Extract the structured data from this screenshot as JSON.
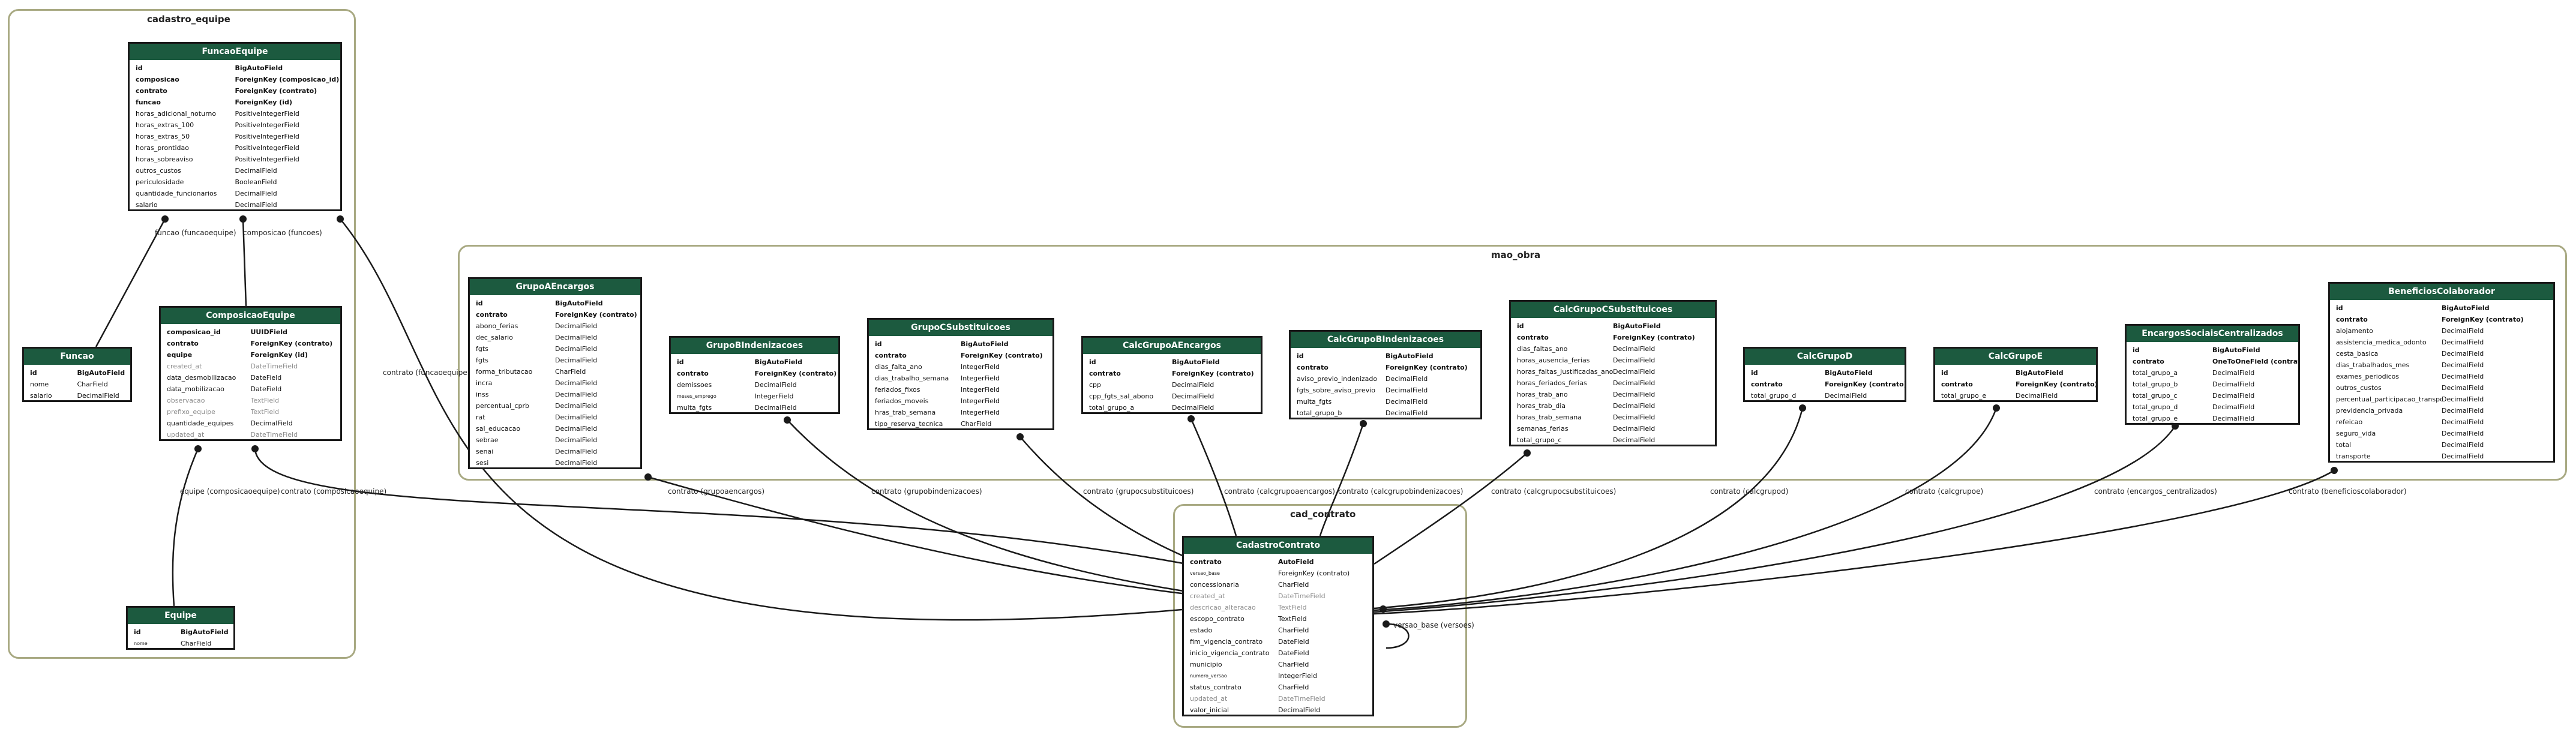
{
  "clusters": [
    {
      "id": "cadastro_equipe",
      "title": "cadastro_equipe"
    },
    {
      "id": "mao_obra",
      "title": "mao_obra"
    },
    {
      "id": "cad_contrato",
      "title": "cad_contrato"
    }
  ],
  "models": [
    {
      "id": "FuncaoEquipe",
      "name": "FuncaoEquipe",
      "fields": [
        {
          "n": "id",
          "t": "BigAutoField",
          "s": "b"
        },
        {
          "n": "composicao",
          "t": "ForeignKey (composicao_id)",
          "s": "b"
        },
        {
          "n": "contrato",
          "t": "ForeignKey (contrato)",
          "s": "b"
        },
        {
          "n": "funcao",
          "t": "ForeignKey (id)",
          "s": "b"
        },
        {
          "n": "horas_adicional_noturno",
          "t": "PositiveIntegerField",
          "s": ""
        },
        {
          "n": "horas_extras_100",
          "t": "PositiveIntegerField",
          "s": ""
        },
        {
          "n": "horas_extras_50",
          "t": "PositiveIntegerField",
          "s": ""
        },
        {
          "n": "horas_prontidao",
          "t": "PositiveIntegerField",
          "s": ""
        },
        {
          "n": "horas_sobreaviso",
          "t": "PositiveIntegerField",
          "s": ""
        },
        {
          "n": "outros_custos",
          "t": "DecimalField",
          "s": ""
        },
        {
          "n": "periculosidade",
          "t": "BooleanField",
          "s": ""
        },
        {
          "n": "quantidade_funcionarios",
          "t": "DecimalField",
          "s": ""
        },
        {
          "n": "salario",
          "t": "DecimalField",
          "s": ""
        }
      ]
    },
    {
      "id": "Funcao",
      "name": "Funcao",
      "fields": [
        {
          "n": "id",
          "t": "BigAutoField",
          "s": "b"
        },
        {
          "n": "nome",
          "t": "CharField",
          "s": ""
        },
        {
          "n": "salario",
          "t": "DecimalField",
          "s": ""
        }
      ]
    },
    {
      "id": "ComposicaoEquipe",
      "name": "ComposicaoEquipe",
      "fields": [
        {
          "n": "composicao_id",
          "t": "UUIDField",
          "s": "b"
        },
        {
          "n": "contrato",
          "t": "ForeignKey (contrato)",
          "s": "b"
        },
        {
          "n": "equipe",
          "t": "ForeignKey (id)",
          "s": "b"
        },
        {
          "n": "created_at",
          "t": "DateTimeField",
          "s": "g"
        },
        {
          "n": "data_desmobilizacao",
          "t": "DateField",
          "s": ""
        },
        {
          "n": "data_mobilizacao",
          "t": "DateField",
          "s": ""
        },
        {
          "n": "observacao",
          "t": "TextField",
          "s": "g"
        },
        {
          "n": "prefixo_equipe",
          "t": "TextField",
          "s": "g"
        },
        {
          "n": "quantidade_equipes",
          "t": "DecimalField",
          "s": ""
        },
        {
          "n": "updated_at",
          "t": "DateTimeField",
          "s": "g"
        }
      ]
    },
    {
      "id": "Equipe",
      "name": "Equipe",
      "fields": [
        {
          "n": "id",
          "t": "BigAutoField",
          "s": "b"
        },
        {
          "n": "nome",
          "t": "CharField",
          "s": "s"
        }
      ]
    },
    {
      "id": "GrupoAEncargos",
      "name": "GrupoAEncargos",
      "fields": [
        {
          "n": "id",
          "t": "BigAutoField",
          "s": "b"
        },
        {
          "n": "contrato",
          "t": "ForeignKey (contrato)",
          "s": "b"
        },
        {
          "n": "abono_ferias",
          "t": "DecimalField",
          "s": ""
        },
        {
          "n": "dec_salario",
          "t": "DecimalField",
          "s": ""
        },
        {
          "n": "fgts",
          "t": "DecimalField",
          "s": ""
        },
        {
          "n": "fgts",
          "t": "DecimalField",
          "s": ""
        },
        {
          "n": "forma_tributacao",
          "t": "CharField",
          "s": ""
        },
        {
          "n": "incra",
          "t": "DecimalField",
          "s": ""
        },
        {
          "n": "inss",
          "t": "DecimalField",
          "s": ""
        },
        {
          "n": "percentual_cprb",
          "t": "DecimalField",
          "s": ""
        },
        {
          "n": "rat",
          "t": "DecimalField",
          "s": ""
        },
        {
          "n": "sal_educacao",
          "t": "DecimalField",
          "s": ""
        },
        {
          "n": "sebrae",
          "t": "DecimalField",
          "s": ""
        },
        {
          "n": "senai",
          "t": "DecimalField",
          "s": ""
        },
        {
          "n": "sesi",
          "t": "DecimalField",
          "s": ""
        }
      ]
    },
    {
      "id": "GrupoBIndenizacoes",
      "name": "GrupoBIndenizacoes",
      "fields": [
        {
          "n": "id",
          "t": "BigAutoField",
          "s": "b"
        },
        {
          "n": "contrato",
          "t": "ForeignKey (contrato)",
          "s": "b"
        },
        {
          "n": "demissoes",
          "t": "DecimalField",
          "s": ""
        },
        {
          "n": "meses_emprego",
          "t": "IntegerField",
          "s": "s"
        },
        {
          "n": "multa_fgts",
          "t": "DecimalField",
          "s": ""
        }
      ]
    },
    {
      "id": "GrupoCSubstituicoes",
      "name": "GrupoCSubstituicoes",
      "fields": [
        {
          "n": "id",
          "t": "BigAutoField",
          "s": "b"
        },
        {
          "n": "contrato",
          "t": "ForeignKey (contrato)",
          "s": "b"
        },
        {
          "n": "dias_falta_ano",
          "t": "IntegerField",
          "s": ""
        },
        {
          "n": "dias_trabalho_semana",
          "t": "IntegerField",
          "s": ""
        },
        {
          "n": "feriados_fixos",
          "t": "IntegerField",
          "s": ""
        },
        {
          "n": "feriados_moveis",
          "t": "IntegerField",
          "s": ""
        },
        {
          "n": "hras_trab_semana",
          "t": "IntegerField",
          "s": ""
        },
        {
          "n": "tipo_reserva_tecnica",
          "t": "CharField",
          "s": ""
        }
      ]
    },
    {
      "id": "CalcGrupoAEncargos",
      "name": "CalcGrupoAEncargos",
      "fields": [
        {
          "n": "id",
          "t": "BigAutoField",
          "s": "b"
        },
        {
          "n": "contrato",
          "t": "ForeignKey (contrato)",
          "s": "b"
        },
        {
          "n": "cpp",
          "t": "DecimalField",
          "s": ""
        },
        {
          "n": "cpp_fgts_sal_abono",
          "t": "DecimalField",
          "s": ""
        },
        {
          "n": "total_grupo_a",
          "t": "DecimalField",
          "s": ""
        }
      ]
    },
    {
      "id": "CalcGrupoBIndenizacoes",
      "name": "CalcGrupoBIndenizacoes",
      "fields": [
        {
          "n": "id",
          "t": "BigAutoField",
          "s": "b"
        },
        {
          "n": "contrato",
          "t": "ForeignKey (contrato)",
          "s": "b"
        },
        {
          "n": "aviso_previo_indenizado",
          "t": "DecimalField",
          "s": ""
        },
        {
          "n": "fgts_sobre_aviso_previo",
          "t": "DecimalField",
          "s": ""
        },
        {
          "n": "multa_fgts",
          "t": "DecimalField",
          "s": ""
        },
        {
          "n": "total_grupo_b",
          "t": "DecimalField",
          "s": ""
        }
      ]
    },
    {
      "id": "CalcGrupoCSubstituicoes",
      "name": "CalcGrupoCSubstituicoes",
      "fields": [
        {
          "n": "id",
          "t": "BigAutoField",
          "s": "b"
        },
        {
          "n": "contrato",
          "t": "ForeignKey (contrato)",
          "s": "b"
        },
        {
          "n": "dias_faltas_ano",
          "t": "DecimalField",
          "s": ""
        },
        {
          "n": "horas_ausencia_ferias",
          "t": "DecimalField",
          "s": ""
        },
        {
          "n": "horas_faltas_justificadas_ano",
          "t": "DecimalField",
          "s": ""
        },
        {
          "n": "horas_feriados_ferias",
          "t": "DecimalField",
          "s": ""
        },
        {
          "n": "horas_trab_ano",
          "t": "DecimalField",
          "s": ""
        },
        {
          "n": "horas_trab_dia",
          "t": "DecimalField",
          "s": ""
        },
        {
          "n": "horas_trab_semana",
          "t": "DecimalField",
          "s": ""
        },
        {
          "n": "semanas_ferias",
          "t": "DecimalField",
          "s": ""
        },
        {
          "n": "total_grupo_c",
          "t": "DecimalField",
          "s": ""
        }
      ]
    },
    {
      "id": "CalcGrupoD",
      "name": "CalcGrupoD",
      "fields": [
        {
          "n": "id",
          "t": "BigAutoField",
          "s": "b"
        },
        {
          "n": "contrato",
          "t": "ForeignKey (contrato)",
          "s": "b"
        },
        {
          "n": "total_grupo_d",
          "t": "DecimalField",
          "s": ""
        }
      ]
    },
    {
      "id": "CalcGrupoE",
      "name": "CalcGrupoE",
      "fields": [
        {
          "n": "id",
          "t": "BigAutoField",
          "s": "b"
        },
        {
          "n": "contrato",
          "t": "ForeignKey (contrato)",
          "s": "b"
        },
        {
          "n": "total_grupo_e",
          "t": "DecimalField",
          "s": ""
        }
      ]
    },
    {
      "id": "EncargosSociaisCentralizados",
      "name": "EncargosSociaisCentralizados",
      "fields": [
        {
          "n": "id",
          "t": "BigAutoField",
          "s": "b"
        },
        {
          "n": "contrato",
          "t": "OneToOneField (contrato)",
          "s": "b"
        },
        {
          "n": "total_grupo_a",
          "t": "DecimalField",
          "s": ""
        },
        {
          "n": "total_grupo_b",
          "t": "DecimalField",
          "s": ""
        },
        {
          "n": "total_grupo_c",
          "t": "DecimalField",
          "s": ""
        },
        {
          "n": "total_grupo_d",
          "t": "DecimalField",
          "s": ""
        },
        {
          "n": "total_grupo_e",
          "t": "DecimalField",
          "s": ""
        }
      ]
    },
    {
      "id": "BeneficiosColaborador",
      "name": "BeneficiosColaborador",
      "fields": [
        {
          "n": "id",
          "t": "BigAutoField",
          "s": "b"
        },
        {
          "n": "contrato",
          "t": "ForeignKey (contrato)",
          "s": "b"
        },
        {
          "n": "alojamento",
          "t": "DecimalField",
          "s": ""
        },
        {
          "n": "assistencia_medica_odonto",
          "t": "DecimalField",
          "s": ""
        },
        {
          "n": "cesta_basica",
          "t": "DecimalField",
          "s": ""
        },
        {
          "n": "dias_trabalhados_mes",
          "t": "DecimalField",
          "s": ""
        },
        {
          "n": "exames_periodicos",
          "t": "DecimalField",
          "s": ""
        },
        {
          "n": "outros_custos",
          "t": "DecimalField",
          "s": ""
        },
        {
          "n": "percentual_participacao_transporte",
          "t": "DecimalField",
          "s": ""
        },
        {
          "n": "previdencia_privada",
          "t": "DecimalField",
          "s": ""
        },
        {
          "n": "refeicao",
          "t": "DecimalField",
          "s": ""
        },
        {
          "n": "seguro_vida",
          "t": "DecimalField",
          "s": ""
        },
        {
          "n": "total",
          "t": "DecimalField",
          "s": ""
        },
        {
          "n": "transporte",
          "t": "DecimalField",
          "s": ""
        }
      ]
    },
    {
      "id": "CadastroContrato",
      "name": "CadastroContrato",
      "fields": [
        {
          "n": "contrato",
          "t": "AutoField",
          "s": "b"
        },
        {
          "n": "versao_base",
          "t": "ForeignKey (contrato)",
          "s": "s"
        },
        {
          "n": "concessionaria",
          "t": "CharField",
          "s": ""
        },
        {
          "n": "created_at",
          "t": "DateTimeField",
          "s": "g"
        },
        {
          "n": "descricao_alteracao",
          "t": "TextField",
          "s": "g"
        },
        {
          "n": "escopo_contrato",
          "t": "TextField",
          "s": ""
        },
        {
          "n": "estado",
          "t": "CharField",
          "s": ""
        },
        {
          "n": "fim_vigencia_contrato",
          "t": "DateField",
          "s": ""
        },
        {
          "n": "inicio_vigencia_contrato",
          "t": "DateField",
          "s": ""
        },
        {
          "n": "municipio",
          "t": "CharField",
          "s": ""
        },
        {
          "n": "numero_versao",
          "t": "IntegerField",
          "s": "s"
        },
        {
          "n": "status_contrato",
          "t": "CharField",
          "s": ""
        },
        {
          "n": "updated_at",
          "t": "DateTimeField",
          "s": "g"
        },
        {
          "n": "valor_inicial",
          "t": "DecimalField",
          "s": ""
        }
      ]
    }
  ],
  "edges": [
    {
      "from": "FuncaoEquipe",
      "to": "Funcao",
      "label": "funcao (funcaoequipe)"
    },
    {
      "from": "FuncaoEquipe",
      "to": "ComposicaoEquipe",
      "label": "composicao (funcoes)"
    },
    {
      "from": "FuncaoEquipe",
      "to": "CadastroContrato",
      "label": "contrato (funcaoequipe)"
    },
    {
      "from": "ComposicaoEquipe",
      "to": "Equipe",
      "label": "equipe (composicaoequipe)"
    },
    {
      "from": "ComposicaoEquipe",
      "to": "CadastroContrato",
      "label": "contrato (composicaoequipe)"
    },
    {
      "from": "GrupoAEncargos",
      "to": "CadastroContrato",
      "label": "contrato (grupoaencargos)"
    },
    {
      "from": "GrupoBIndenizacoes",
      "to": "CadastroContrato",
      "label": "contrato (grupobindenizacoes)"
    },
    {
      "from": "GrupoCSubstituicoes",
      "to": "CadastroContrato",
      "label": "contrato (grupocsubstituicoes)"
    },
    {
      "from": "CalcGrupoAEncargos",
      "to": "CadastroContrato",
      "label": "contrato (calcgrupoaencargos)"
    },
    {
      "from": "CalcGrupoBIndenizacoes",
      "to": "CadastroContrato",
      "label": "contrato (calcgrupobindenizacoes)"
    },
    {
      "from": "CalcGrupoCSubstituicoes",
      "to": "CadastroContrato",
      "label": "contrato (calcgrupocsubstituicoes)"
    },
    {
      "from": "CalcGrupoD",
      "to": "CadastroContrato",
      "label": "contrato (calcgrupod)"
    },
    {
      "from": "CalcGrupoE",
      "to": "CadastroContrato",
      "label": "contrato (calcgrupoe)"
    },
    {
      "from": "EncargosSociaisCentralizados",
      "to": "CadastroContrato",
      "label": "contrato (encargos_centralizados)"
    },
    {
      "from": "BeneficiosColaborador",
      "to": "CadastroContrato",
      "label": "contrato (beneficioscolaborador)"
    },
    {
      "from": "CadastroContrato",
      "to": "CadastroContrato",
      "label": "versao_base (versoes)"
    }
  ],
  "colors": {
    "header": "#1c5a3f",
    "cluster_border": "#a8a982",
    "edge": "#1a1a1a"
  }
}
